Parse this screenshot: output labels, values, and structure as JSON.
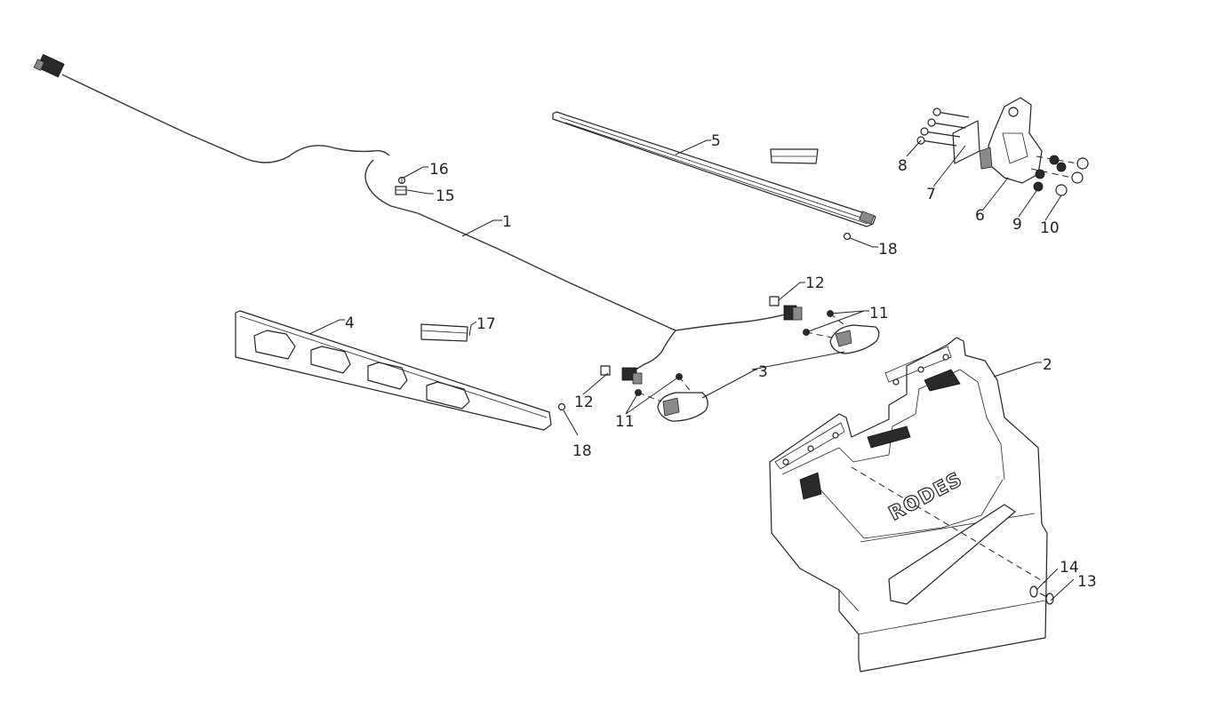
{
  "brand_text": "RODES",
  "callouts": [
    "1",
    "2",
    "3",
    "4",
    "5",
    "6",
    "7",
    "8",
    "9",
    "10",
    "11",
    "12",
    "13",
    "14",
    "15",
    "16",
    "17",
    "18"
  ]
}
